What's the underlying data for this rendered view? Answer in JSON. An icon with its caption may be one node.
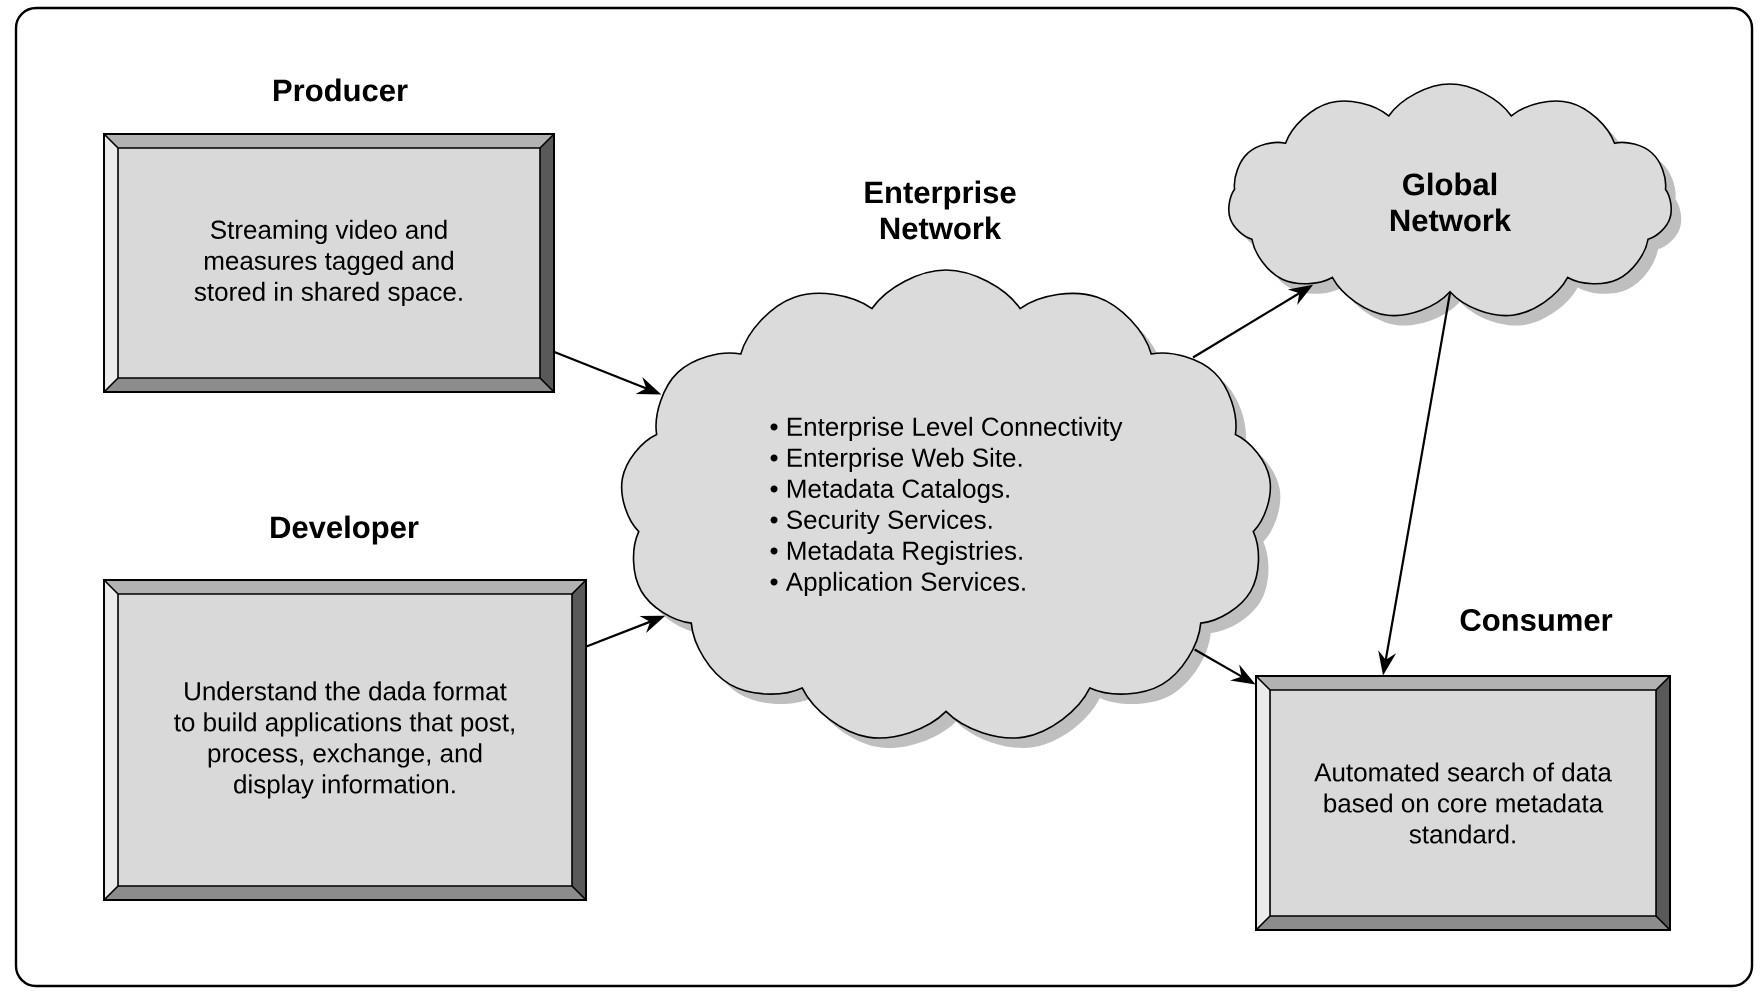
{
  "diagram": {
    "nodes": [
      {
        "text": [
          "Producer",
          "Streaming video and measures tagged and stored in shared space."
        ]
      },
      {
        "text": [
          "Developer",
          "Understand the dada format to build applications that post, process, exchange, and display information."
        ]
      },
      {
        "text": [
          "Enterprise Network",
          "• Enterprise Level Connectivity",
          "• Enterprise Web Site.",
          "• Metadata Catalogs.",
          "• Security Services.",
          "• Metadata Registries.",
          "• Application Services."
        ]
      },
      {
        "text": [
          "Global Network"
        ]
      },
      {
        "text": [
          "Consumer",
          "Automated search of data based on core metadata standard."
        ]
      }
    ],
    "edges": [
      {
        "from": 0,
        "to": 2,
        "arrow": "to"
      },
      {
        "from": 1,
        "to": 2,
        "arrow": "to"
      },
      {
        "from": 2,
        "to": 3,
        "arrow": "to"
      },
      {
        "from": 3,
        "to": 4,
        "arrow": "to"
      },
      {
        "from": 2,
        "to": 4,
        "arrow": "to"
      }
    ]
  }
}
